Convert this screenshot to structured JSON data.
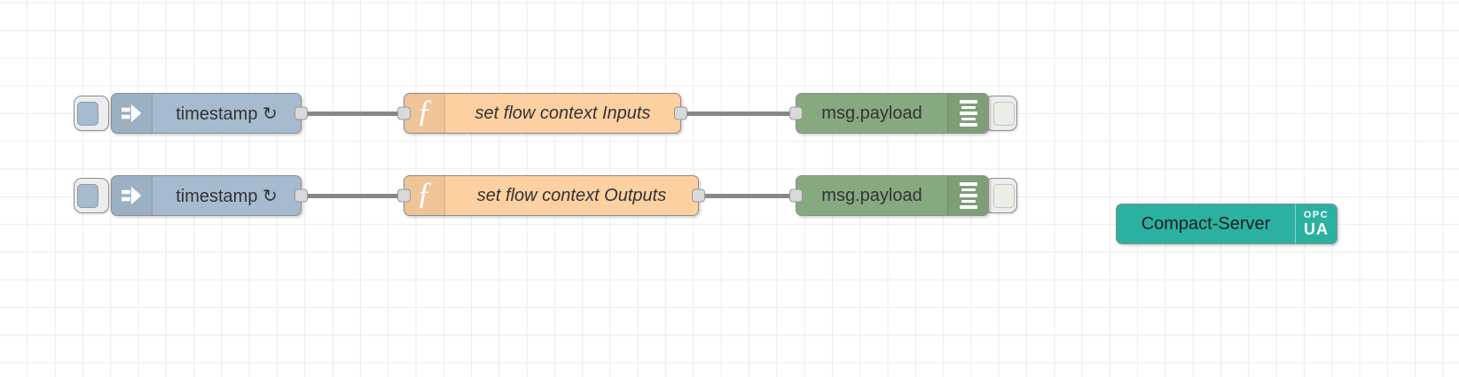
{
  "workspace": {
    "type": "node-red-flow-canvas"
  },
  "colors": {
    "bg": "#ffffff",
    "grid": "#ececec",
    "wire": "#888888",
    "port": "#d9d9d9",
    "inject": "#a6bbcf",
    "function": "#fdd0a2",
    "debug": "#87a980",
    "server": "#2bb1a2"
  },
  "flow": {
    "function_icon_glyph": "ƒ",
    "row1": {
      "inject_label": "timestamp ↻",
      "function_label": "set flow context Inputs",
      "debug_label": "msg.payload"
    },
    "row2": {
      "inject_label": "timestamp ↻",
      "function_label": "set flow context Outputs",
      "debug_label": "msg.payload"
    },
    "server": {
      "label": "Compact-Server",
      "badge_top": "OPC",
      "badge_bottom": "UA"
    }
  }
}
